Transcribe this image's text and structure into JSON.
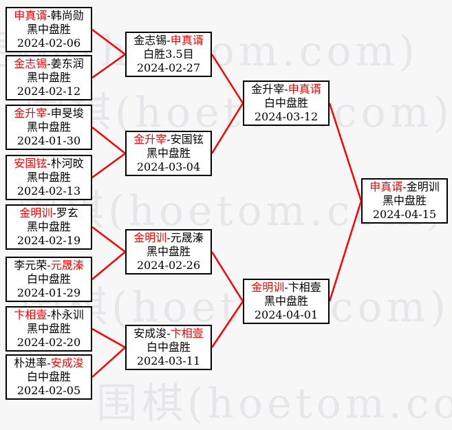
{
  "watermark": {
    "text": "围棋(hoetom.com)"
  },
  "colors": {
    "winner_name": "#ff0000",
    "loser_name": "#000000",
    "connector": "#ff0000",
    "box_border": "#000000",
    "box_background": "#ffffff",
    "page_background": "#f7f7f7",
    "watermark_text": "#e7e7ea"
  },
  "bracket": {
    "rounds": [
      {
        "name": "round-1",
        "matches": [
          {
            "name1": "申真谞",
            "dash": "-",
            "name2": "韩尚勋",
            "winner": "name1",
            "result": "黑中盘胜",
            "date": "2024-02-06"
          },
          {
            "name1": "金志锡",
            "dash": "-",
            "name2": "姜东润",
            "winner": "name1",
            "result": "黑中盘胜",
            "date": "2024-02-12"
          },
          {
            "name1": "金升宰",
            "dash": "-",
            "name2": "申旻埈",
            "winner": "name1",
            "result": "黑中盘胜",
            "date": "2024-01-30"
          },
          {
            "name1": "安国铉",
            "dash": "-",
            "name2": "朴河旼",
            "winner": "name1",
            "result": "黑中盘胜",
            "date": "2024-02-13"
          },
          {
            "name1": "金明训",
            "dash": "-",
            "name2": "罗玄",
            "winner": "name1",
            "result": "黑中盘胜",
            "date": "2024-02-19"
          },
          {
            "name1": "李元荣",
            "dash": "-",
            "name2": "元晟溱",
            "winner": "name2",
            "result": "白中盘胜",
            "date": "2024-01-29"
          },
          {
            "name1": "卞相壹",
            "dash": "-",
            "name2": "朴永训",
            "winner": "name1",
            "result": "黑中盘胜",
            "date": "2024-02-20"
          },
          {
            "name1": "朴进率",
            "dash": "-",
            "name2": "安成浚",
            "winner": "name2",
            "result": "白中盘胜",
            "date": "2024-02-05"
          }
        ]
      },
      {
        "name": "round-2",
        "matches": [
          {
            "name1": "金志锡",
            "dash": "-",
            "name2": "申真谞",
            "winner": "name2",
            "result": "白胜3.5目",
            "date": "2024-02-27"
          },
          {
            "name1": "金升宰",
            "dash": "-",
            "name2": "安国铉",
            "winner": "name1",
            "result": "黑中盘胜",
            "date": "2024-03-04"
          },
          {
            "name1": "金明训",
            "dash": "-",
            "name2": "元晟溱",
            "winner": "name1",
            "result": "黑中盘胜",
            "date": "2024-02-26"
          },
          {
            "name1": "安成浚",
            "dash": "-",
            "name2": "卞相壹",
            "winner": "name2",
            "result": "白中盘胜",
            "date": "2024-03-11"
          }
        ]
      },
      {
        "name": "semifinal",
        "matches": [
          {
            "name1": "金升宰",
            "dash": "-",
            "name2": "申真谞",
            "winner": "name2",
            "result": "白中盘胜",
            "date": "2024-03-12"
          },
          {
            "name1": "金明训",
            "dash": "-",
            "name2": "卞相壹",
            "winner": "name1",
            "result": "黑中盘胜",
            "date": "2024-04-01"
          }
        ]
      },
      {
        "name": "final",
        "matches": [
          {
            "name1": "申真谞",
            "dash": "-",
            "name2": "金明训",
            "winner": "name1",
            "result": "黑中盘胜",
            "date": "2024-04-15"
          }
        ]
      }
    ]
  }
}
